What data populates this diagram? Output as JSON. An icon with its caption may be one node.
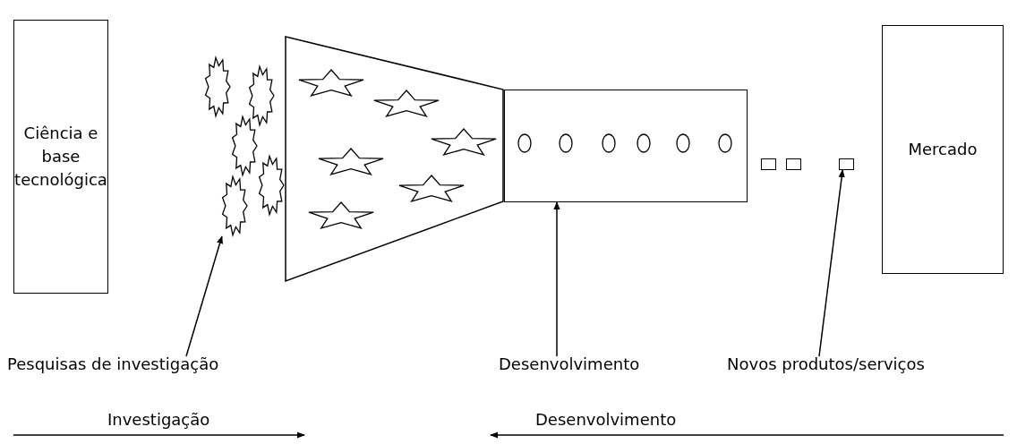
{
  "diagram": {
    "nodes": [
      {
        "text": [
          "Ciência e base tecnológica"
        ]
      },
      {
        "text": [],
        "shape": "funnel"
      },
      {
        "text": [],
        "shape": "box"
      },
      {
        "text": [
          "Mercado"
        ]
      },
      {
        "text": [
          "Pesquisas de investigação"
        ]
      },
      {
        "text": [
          "Desenvolvimento"
        ]
      },
      {
        "text": [
          "Novos produtos/serviços"
        ]
      },
      {
        "text": [],
        "shape": "burst"
      },
      {
        "text": [],
        "shape": "burst"
      },
      {
        "text": [],
        "shape": "burst"
      },
      {
        "text": [],
        "shape": "burst"
      },
      {
        "text": [],
        "shape": "burst"
      },
      {
        "text": [],
        "shape": "box"
      },
      {
        "text": [],
        "shape": "box"
      },
      {
        "text": [],
        "shape": "box"
      }
    ],
    "edges": [
      {
        "from": 4,
        "to": 11,
        "arrow": "to"
      },
      {
        "from": 5,
        "to": 2,
        "arrow": "to"
      },
      {
        "from": 6,
        "to": 14,
        "arrow": "to"
      }
    ],
    "labels": [
      "Investigação",
      "Desenvolvimento"
    ]
  }
}
